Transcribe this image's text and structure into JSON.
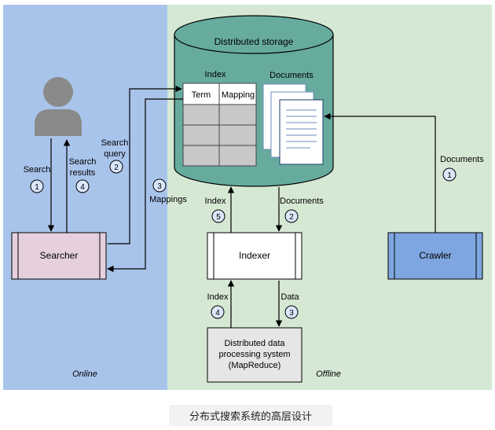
{
  "zones": {
    "online_label": "Online",
    "offline_label": "Offline"
  },
  "storage": {
    "title": "Distributed storage",
    "index_label": "Index",
    "documents_label": "Documents",
    "table_headers": [
      "Term",
      "Mapping"
    ]
  },
  "boxes": {
    "searcher": "Searcher",
    "indexer": "Indexer",
    "crawler": "Crawler",
    "dps_line1": "Distributed data",
    "dps_line2": "processing system",
    "dps_line3": "(MapReduce)"
  },
  "edges": {
    "search": "Search",
    "search_results_1": "Search",
    "search_results_2": "results",
    "search_query_1": "Search",
    "search_query_2": "query",
    "mappings": "Mappings",
    "index_up": "Index",
    "documents_down": "Documents",
    "crawler_documents": "Documents",
    "index_dps": "Index",
    "data_dps": "Data"
  },
  "badges": {
    "search": "1",
    "search_results": "4",
    "search_query": "2",
    "mappings": "3",
    "index_up": "5",
    "documents_down": "2",
    "crawler_documents": "1",
    "index_dps": "4",
    "data_dps": "3"
  },
  "caption": "分布式搜索系统的高层设计",
  "colors": {
    "online_bg": "#a9c4eb",
    "offline_bg": "#d5e8d4",
    "storage_fill": "#67ab9f",
    "searcher_fill": "#e6d0de",
    "crawler_fill": "#7ea6e0",
    "dps_fill": "#e6e6e6",
    "badge_fill": "#dae8fc"
  }
}
